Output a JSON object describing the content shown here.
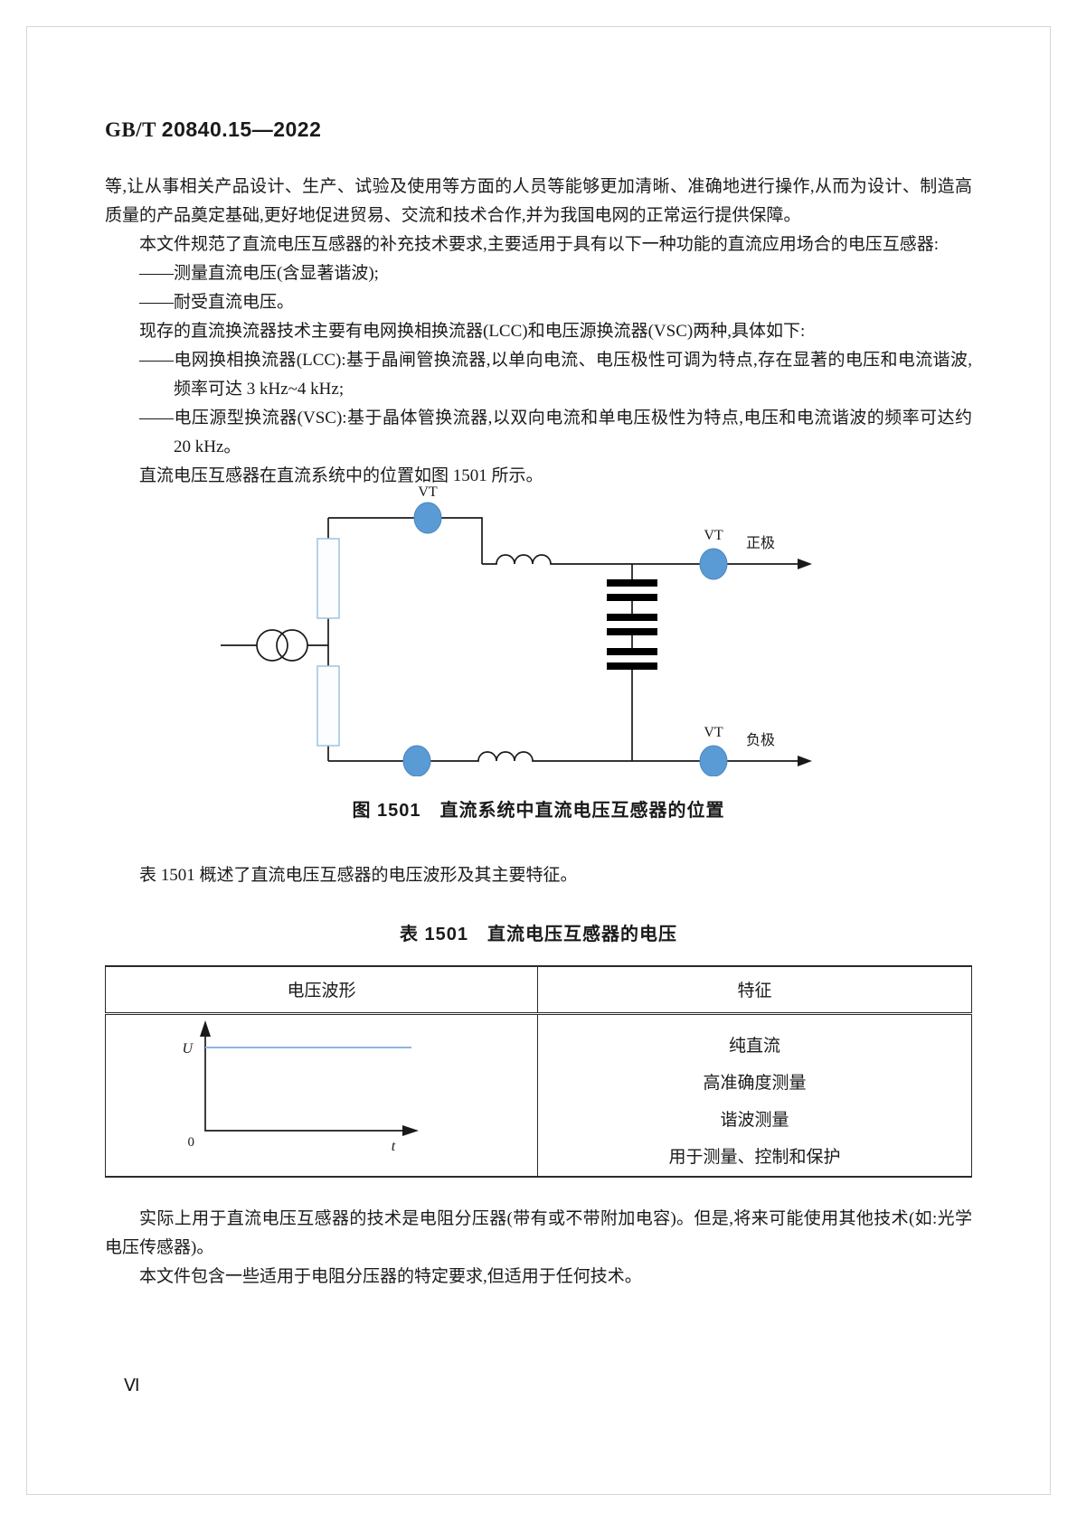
{
  "header": {
    "prefix": "GB/T",
    "number": "20840.15—2022"
  },
  "page": {
    "number": "Ⅵ"
  },
  "paragraphs": {
    "p1": "等,让从事相关产品设计、生产、试验及使用等方面的人员等能够更加清晰、准确地进行操作,从而为设计、制造高质量的产品奠定基础,更好地促进贸易、交流和技术合作,并为我国电网的正常运行提供保障。",
    "p2": "本文件规范了直流电压互感器的补充技术要求,主要适用于具有以下一种功能的直流应用场合的电压互感器:",
    "li1": "——测量直流电压(含显著谐波);",
    "li2": "——耐受直流电压。",
    "p3": "现存的直流换流器技术主要有电网换相换流器(LCC)和电压源换流器(VSC)两种,具体如下:",
    "li3": "——电网换相换流器(LCC):基于晶闸管换流器,以单向电流、电压极性可调为特点,存在显著的电压和电流谐波,频率可达 3 kHz~4 kHz;",
    "li4": "——电压源型换流器(VSC):基于晶体管换流器,以双向电流和单电压极性为特点,电压和电流谐波的频率可达约 20 kHz。",
    "p4": "直流电压互感器在直流系统中的位置如图 1501 所示。",
    "p5": "表 1501 概述了直流电压互感器的电压波形及其主要特征。",
    "p6": "实际上用于直流电压互感器的技术是电阻分压器(带有或不带附加电容)。但是,将来可能使用其他技术(如:光学电压传感器)。",
    "p7": "本文件包含一些适用于电阻分压器的特定要求,但适用于任何技术。"
  },
  "figure": {
    "caption": "图 1501　直流系统中直流电压互感器的位置",
    "labels": {
      "vt_top": "VT",
      "vt_pos": "VT",
      "vt_neg": "VT",
      "positive_pole": "正极",
      "negative_pole": "负极"
    },
    "colors": {
      "vt_fill": "#5b9bd5",
      "vt_stroke": "#4a86bd",
      "valve_stroke": "#9dc3e0",
      "wire": "#1a1a1a"
    }
  },
  "table": {
    "title": "表 1501　直流电压互感器的电压",
    "headers": [
      "电压波形",
      "特征"
    ],
    "waveform": {
      "y_label": "U",
      "x_label": "t",
      "origin_label": "0",
      "dc_line_color": "#8eb4e3"
    },
    "features": [
      "纯直流",
      "高准确度测量",
      "谐波测量",
      "用于测量、控制和保护"
    ]
  }
}
